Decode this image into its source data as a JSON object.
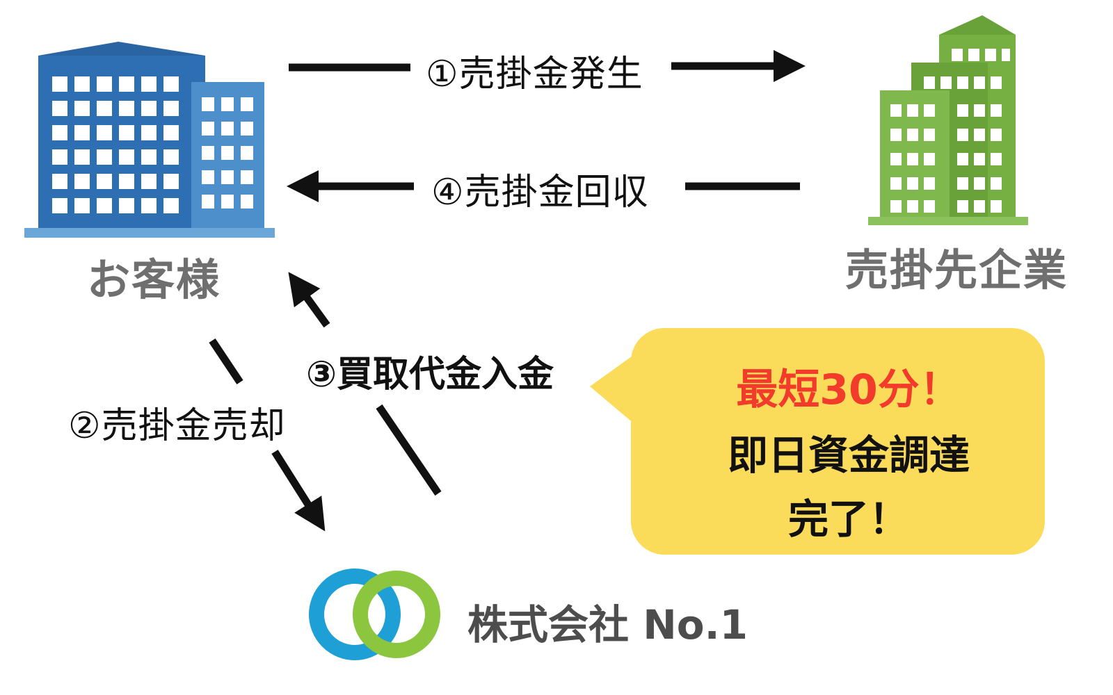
{
  "nodes": {
    "customer": "お客様",
    "receivable_company": "売掛先企業",
    "company_name": "株式会社 No.1"
  },
  "flows": {
    "step1": "①売掛金発生",
    "step2": "②売掛金売却",
    "step3": "③買取代金入金",
    "step4": "④売掛金回収"
  },
  "callout": {
    "line1": "最短30分！",
    "line2": "即日資金調達",
    "line3": "完了！"
  },
  "colors": {
    "customer_building": "#2e6fb4",
    "receivable_building": "#76b043",
    "callout_bg": "#fbdc5a",
    "callout_highlight": "#f23b2b",
    "logo_blue": "#1ea0d6",
    "logo_green": "#8cc63f",
    "entity_label": "#6f6f6f"
  }
}
